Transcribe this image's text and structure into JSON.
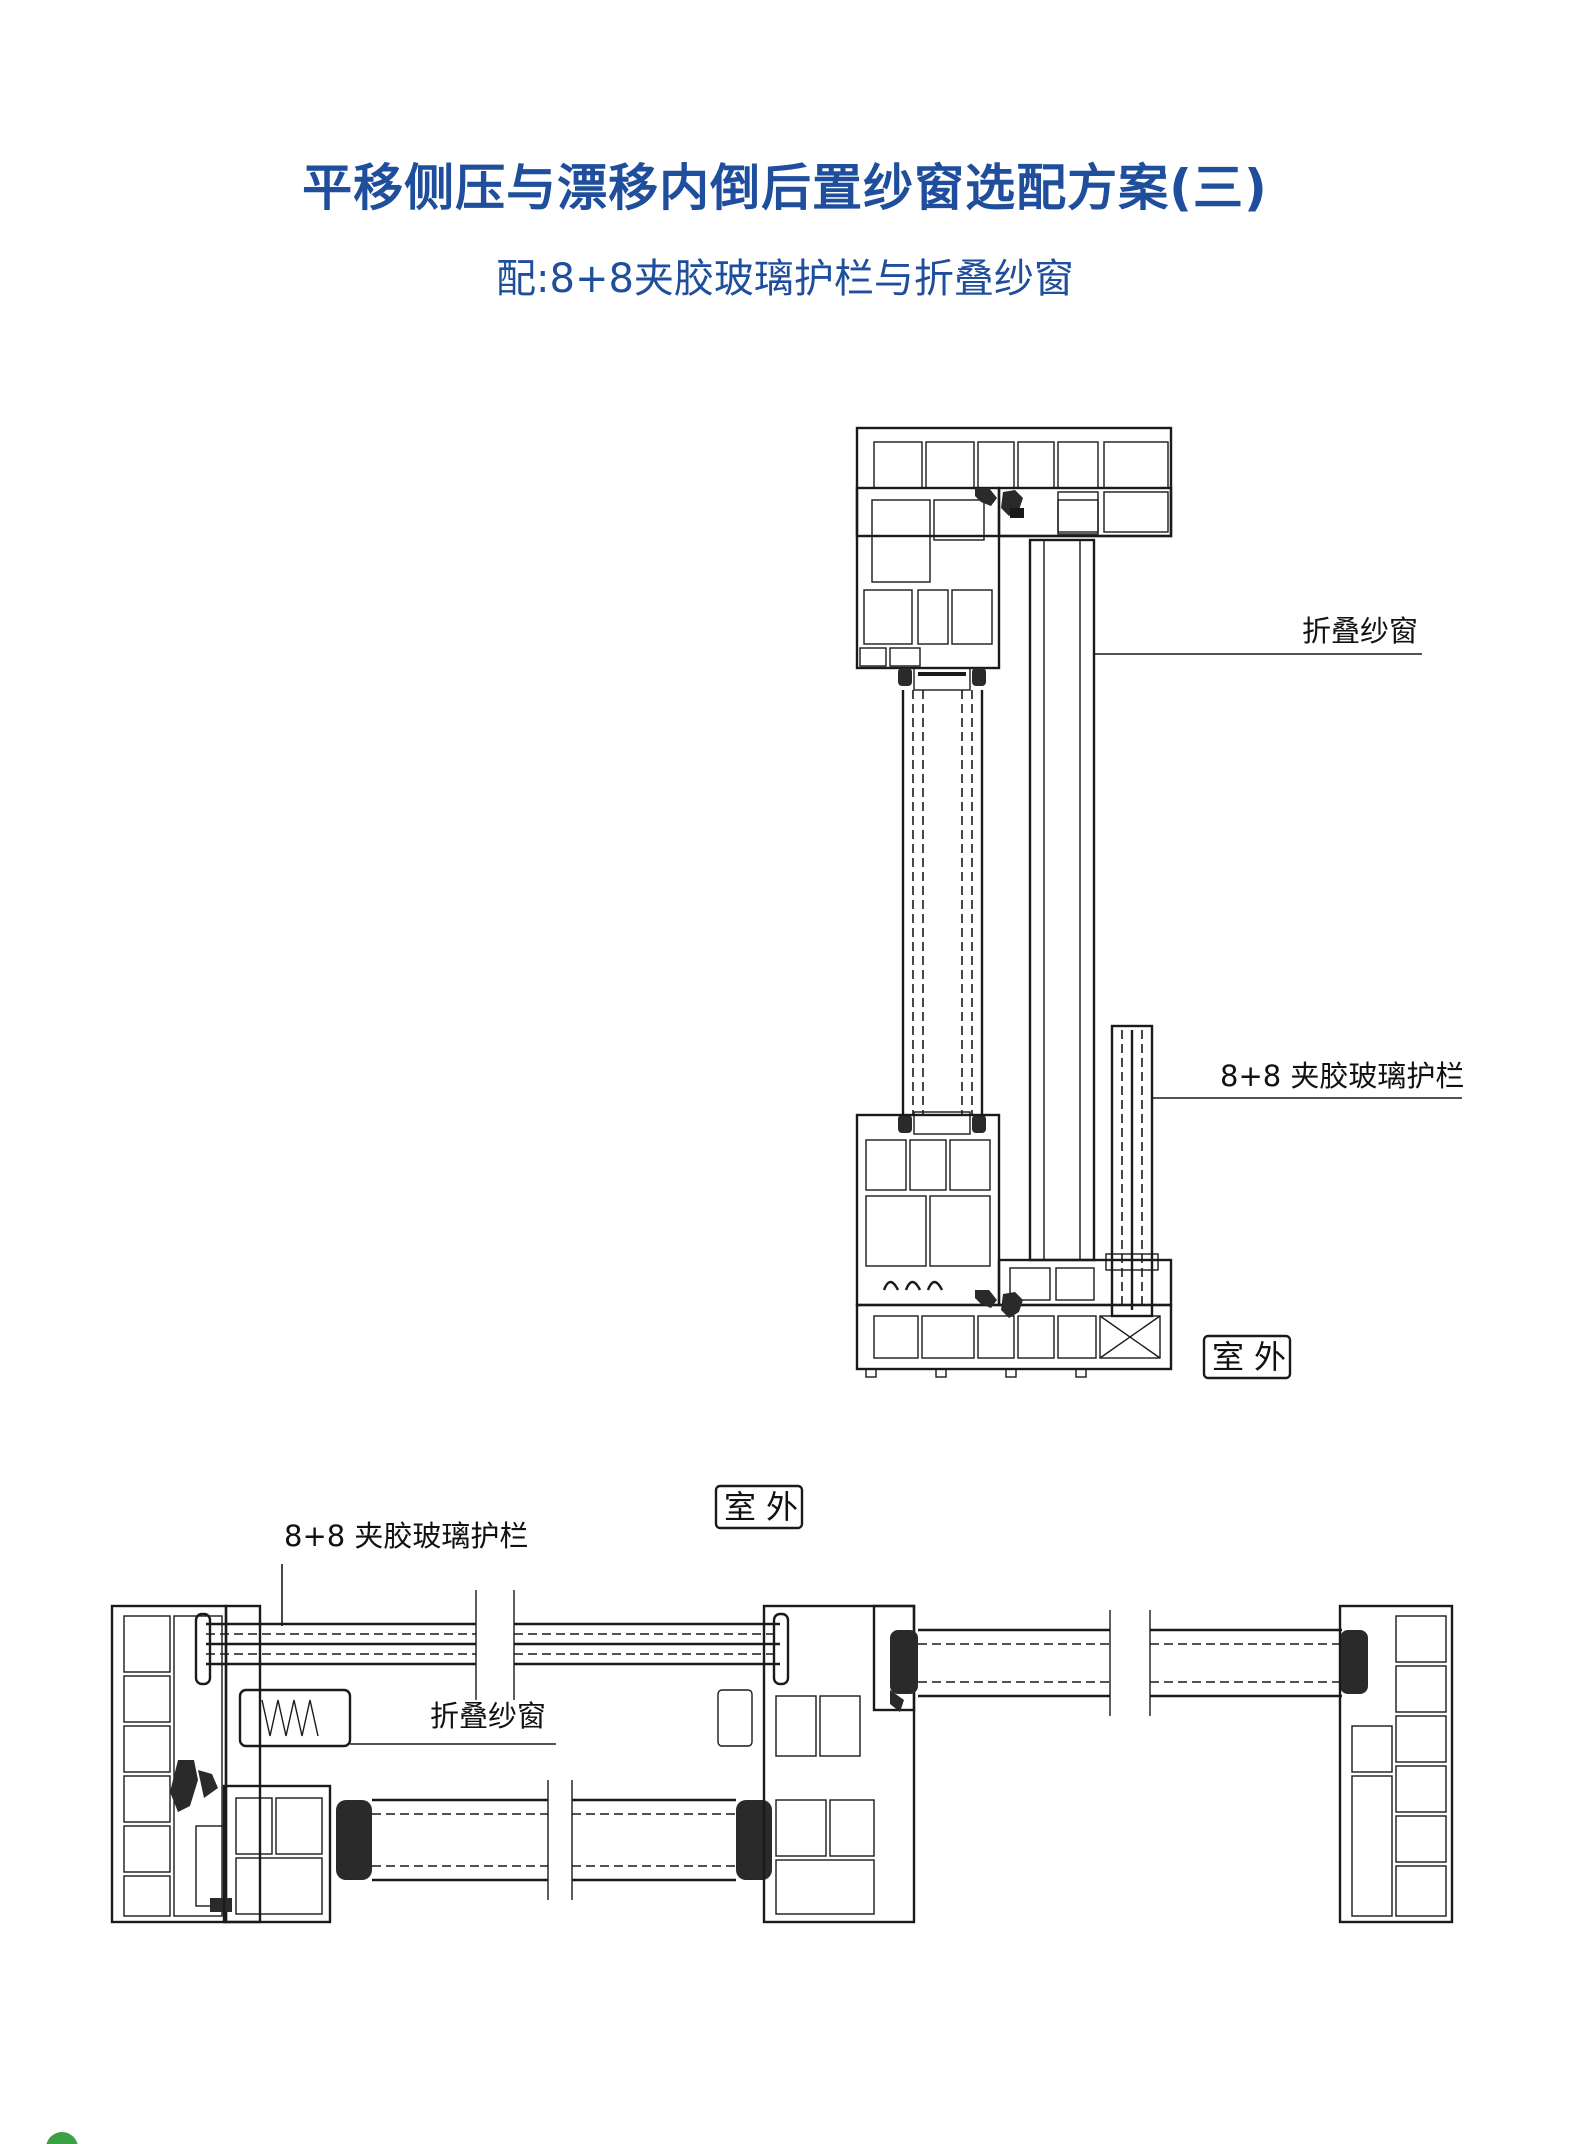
{
  "header": {
    "title": "平移侧压与漂移内倒后置纱窗选配方案(三)",
    "subtitle": "配:8+8夹胶玻璃护栏与折叠纱窗"
  },
  "vertical_section": {
    "label_screen": "折叠纱窗",
    "label_glass": "8+8 夹胶玻璃护栏",
    "label_outdoor": "室外"
  },
  "horizontal_section": {
    "label_outdoor": "室外",
    "label_glass": "8+8 夹胶玻璃护栏",
    "label_screen": "折叠纱窗"
  },
  "colors": {
    "title_blue": "#1f4e9c",
    "line": "#1a1a1a",
    "corner_dot_green": "#3aa245"
  }
}
